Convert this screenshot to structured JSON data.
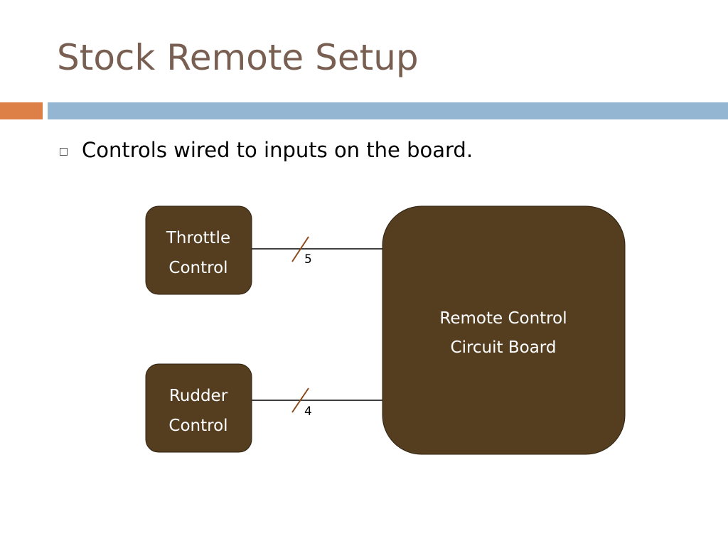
{
  "slide": {
    "title": "Stock Remote Setup",
    "bullets": [
      "Controls wired to inputs on the board."
    ]
  },
  "diagram": {
    "nodes": {
      "throttle": {
        "line1": "Throttle",
        "line2": "Control"
      },
      "rudder": {
        "line1": "Rudder",
        "line2": "Control"
      },
      "board": {
        "line1": "Remote Control",
        "line2": "Circuit Board"
      }
    },
    "connections": {
      "throttle_bus_width": "5",
      "rudder_bus_width": "4"
    }
  },
  "colors": {
    "title": "#785f51",
    "accent_orange": "#dd8047",
    "accent_blue": "#94b6d2",
    "node_fill": "#553e20",
    "bus_slash": "#8b4a1c"
  }
}
